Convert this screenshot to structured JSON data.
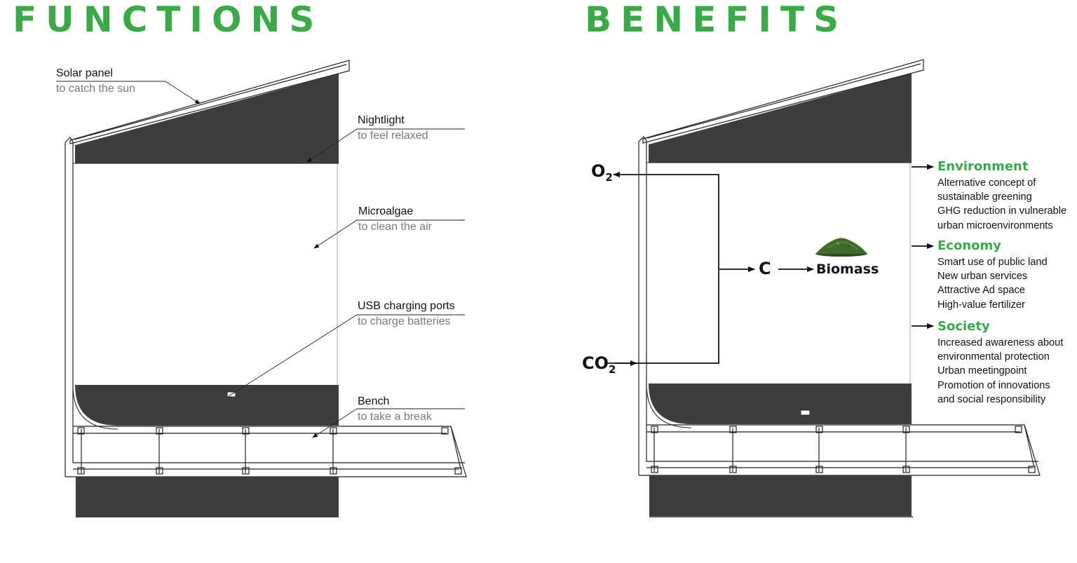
{
  "functions": {
    "title": "FUNCTIONS",
    "labels": {
      "solar": {
        "title": "Solar panel",
        "subtitle": "to catch the sun"
      },
      "nightlight": {
        "title": "Nightlight",
        "subtitle": "to feel relaxed"
      },
      "microalgae": {
        "title": "Microalgae",
        "subtitle": "to clean the air"
      },
      "usb": {
        "title": "USB charging ports",
        "subtitle": "to charge batteries"
      },
      "bench": {
        "title": "Bench",
        "subtitle": "to take a break"
      }
    }
  },
  "benefits": {
    "title": "BENEFITS",
    "flow": {
      "o2": "O",
      "o2_sub": "2",
      "co2": "CO",
      "co2_sub": "2",
      "carbon": "C",
      "biomass": "Biomass"
    },
    "categories": {
      "environment": {
        "title": "Environment",
        "items": [
          "Alternative concept of",
          "sustainable greening",
          "GHG reduction in vulnerable",
          "urban microenvironments"
        ]
      },
      "economy": {
        "title": "Economy",
        "items": [
          "Smart use of public land",
          "New urban services",
          "Attractive Ad space",
          "High-value fertilizer"
        ]
      },
      "society": {
        "title": "Society",
        "items": [
          "Increased awareness about",
          "environmental protection",
          "Urban meetingpoint",
          "Promotion of innovations",
          "and social responsibility"
        ]
      }
    }
  },
  "colors": {
    "accent": "#3aaa48",
    "panel": "#3d3d3d",
    "biomass": "#3f6b2c"
  }
}
